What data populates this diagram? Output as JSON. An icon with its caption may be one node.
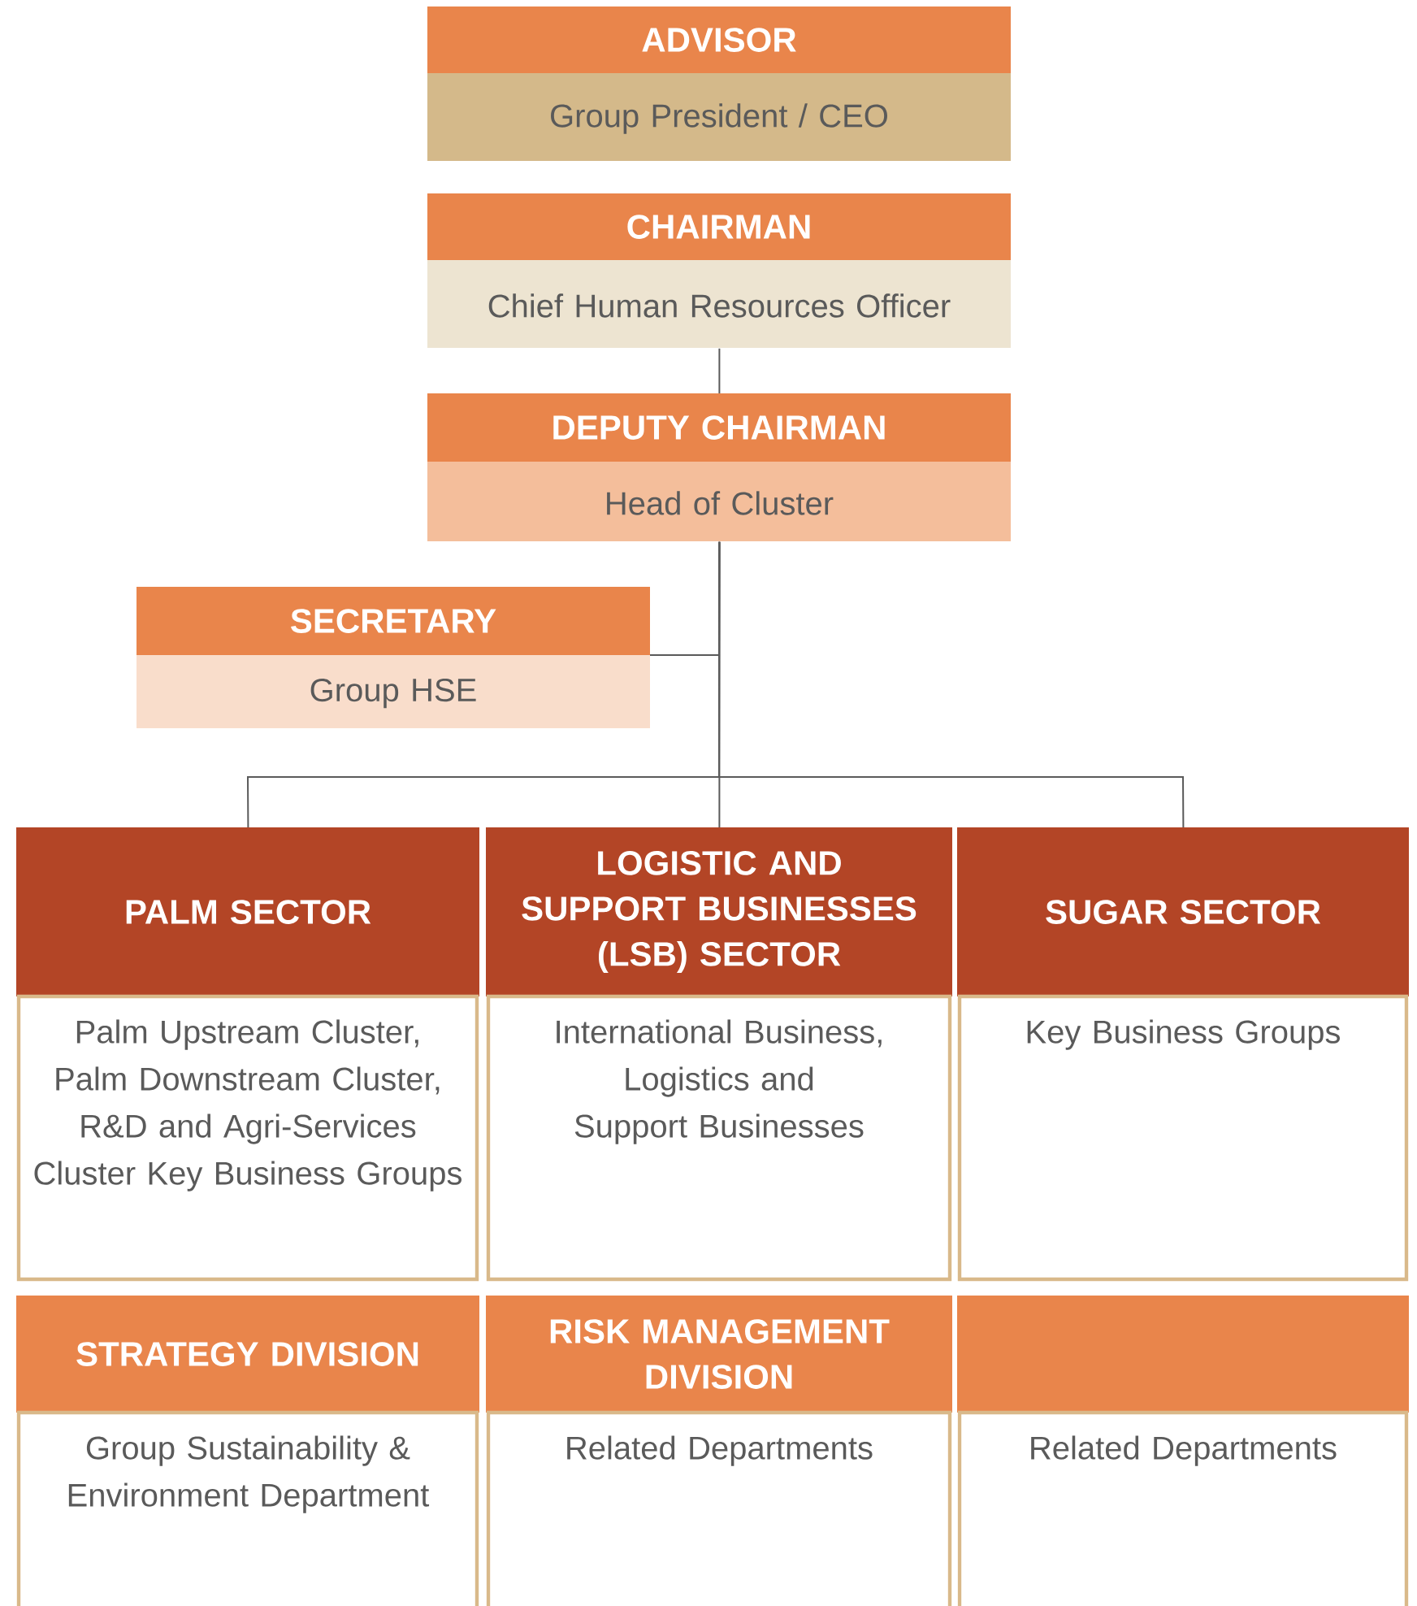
{
  "diagram": {
    "nodes": [
      {
        "text": [
          "ADVISOR",
          "Group President / CEO"
        ]
      },
      {
        "text": [
          "CHAIRMAN",
          "Chief Human Resources Officer"
        ]
      },
      {
        "text": [
          "DEPUTY CHAIRMAN",
          "Head of Cluster"
        ]
      },
      {
        "text": [
          "SECRETARY",
          "Group HSE"
        ]
      },
      {
        "text": [
          "PALM SECTOR",
          "Palm Upstream Cluster, Palm Downstream Cluster, R&D and Agri-Services Cluster Key Business Groups"
        ]
      },
      {
        "text": [
          "LOGISTIC AND SUPPORT BUSINESSES (LSB) SECTOR",
          "International Business, Logistics and Support Businesses"
        ]
      },
      {
        "text": [
          "SUGAR SECTOR",
          "Key Business Groups"
        ]
      },
      {
        "text": [
          "STRATEGY DIVISION",
          "Group Sustainability & Environment Department"
        ]
      },
      {
        "text": [
          "RISK MANAGEMENT DIVISION",
          "Related Departments"
        ]
      },
      {
        "text": [
          "Related Departments"
        ]
      }
    ],
    "edges": [
      {
        "from": 1,
        "to": 2,
        "arrow": "none"
      },
      {
        "from": 2,
        "to": 3,
        "arrow": "none"
      },
      {
        "from": 2,
        "to": 4,
        "arrow": "none"
      },
      {
        "from": 2,
        "to": 5,
        "arrow": "none"
      },
      {
        "from": 2,
        "to": 6,
        "arrow": "none"
      }
    ]
  }
}
